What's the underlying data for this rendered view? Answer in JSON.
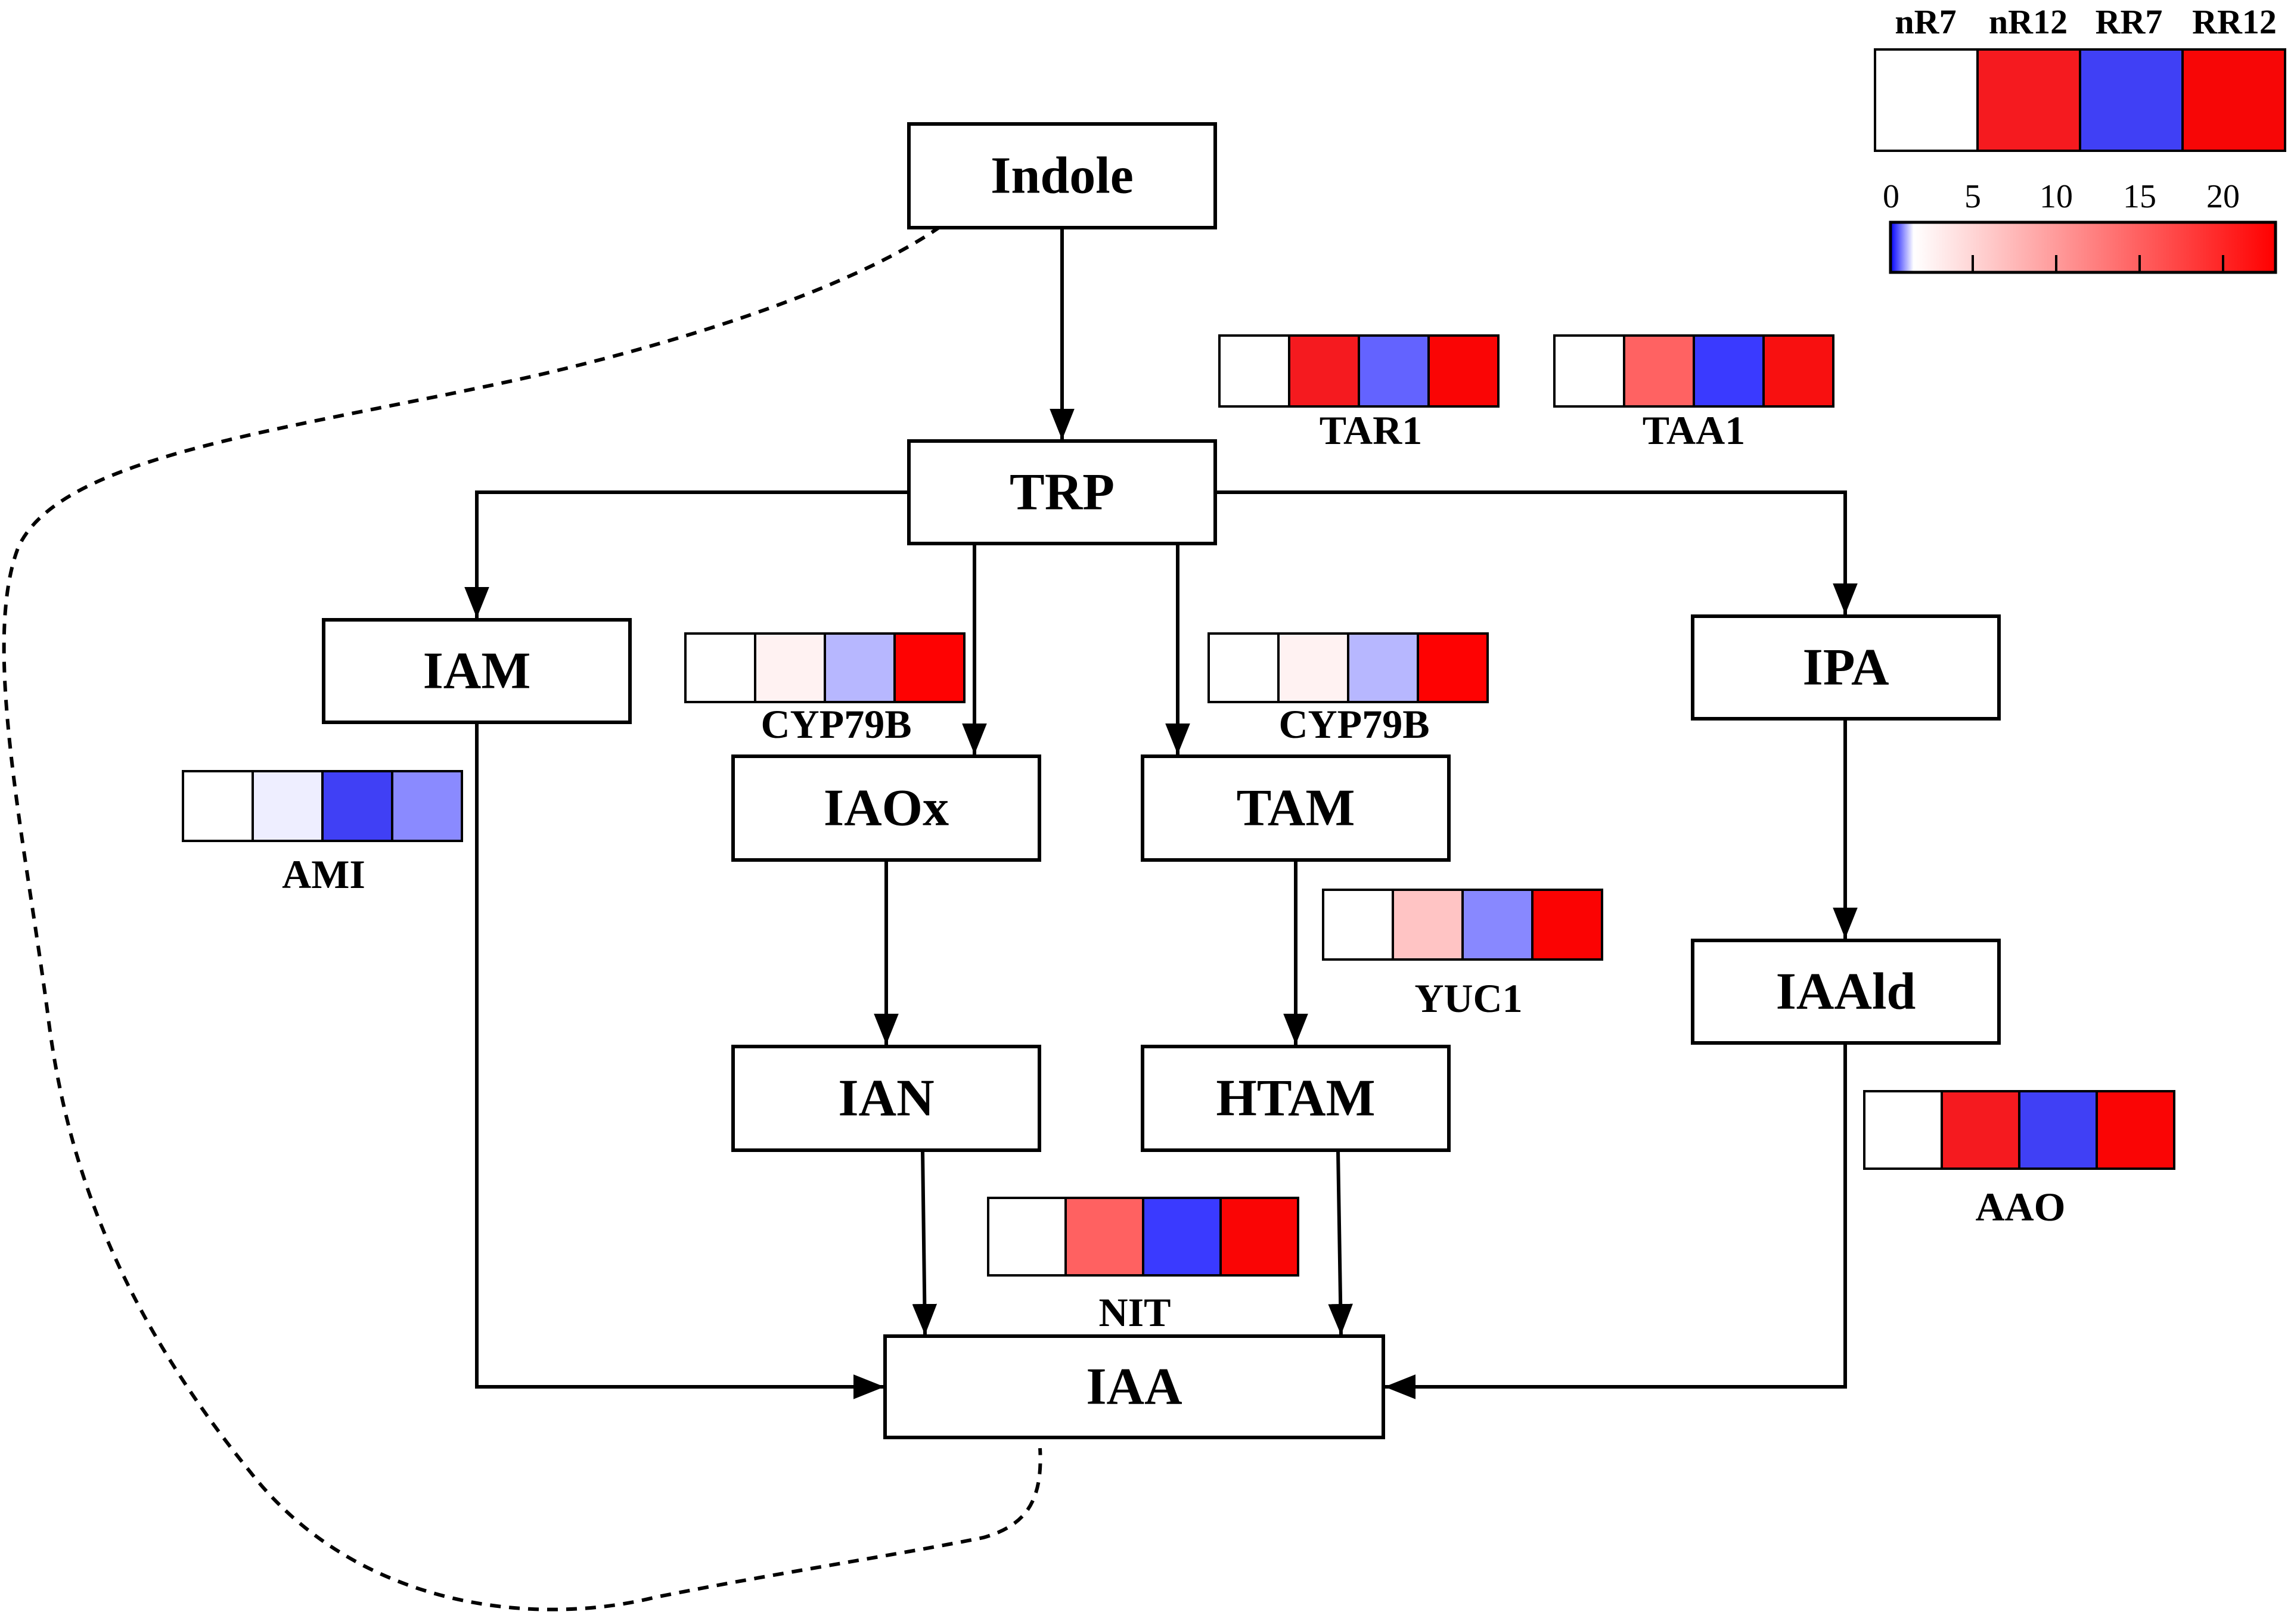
{
  "nodes": {
    "indole": "Indole",
    "trp": "TRP",
    "iam": "IAM",
    "iaox": "IAOx",
    "tam": "TAM",
    "ipa": "IPA",
    "ian": "IAN",
    "htam": "HTAM",
    "iaald": "IAAld",
    "iaa": "IAA"
  },
  "genes": {
    "tar1": {
      "label": "TAR1",
      "colors": [
        "#ffffff",
        "#f51a1f",
        "#6363ff",
        "#fa0505"
      ]
    },
    "taa1": {
      "label": "TAA1",
      "colors": [
        "#ffffff",
        "#ff6262",
        "#3a3aff",
        "#f81010"
      ]
    },
    "cyp79b_left": {
      "label": "CYP79B",
      "colors": [
        "#ffffff",
        "#fff2f2",
        "#b7b7ff",
        "#fe0202"
      ]
    },
    "cyp79b_right": {
      "label": "CYP79B",
      "colors": [
        "#ffffff",
        "#fff2f2",
        "#b7b7ff",
        "#fe0202"
      ]
    },
    "ami": {
      "label": "AMI",
      "colors": [
        "#ffffff",
        "#eeeeff",
        "#4040f5",
        "#8a8aff"
      ]
    },
    "yuc1": {
      "label": "YUC1",
      "colors": [
        "#ffffff",
        "#ffc4c4",
        "#8888ff",
        "#fb0303"
      ]
    },
    "nit": {
      "label": "NIT",
      "colors": [
        "#ffffff",
        "#ff6161",
        "#3a3aff",
        "#fa0505"
      ]
    },
    "aao": {
      "label": "AAO",
      "colors": [
        "#ffffff",
        "#f51a1f",
        "#4040f5",
        "#fa0505"
      ]
    }
  },
  "legend": {
    "samples": [
      "nR7",
      "nR12",
      "RR7",
      "RR12"
    ],
    "sample_colors": [
      "#ffffff",
      "#f51a1f",
      "#4040f5",
      "#f70606"
    ],
    "ticks": [
      "0",
      "5",
      "10",
      "15",
      "20"
    ],
    "scale_colors": {
      "low": "#0000ff",
      "mid": "#ffffff",
      "high": "#ff0000"
    }
  }
}
